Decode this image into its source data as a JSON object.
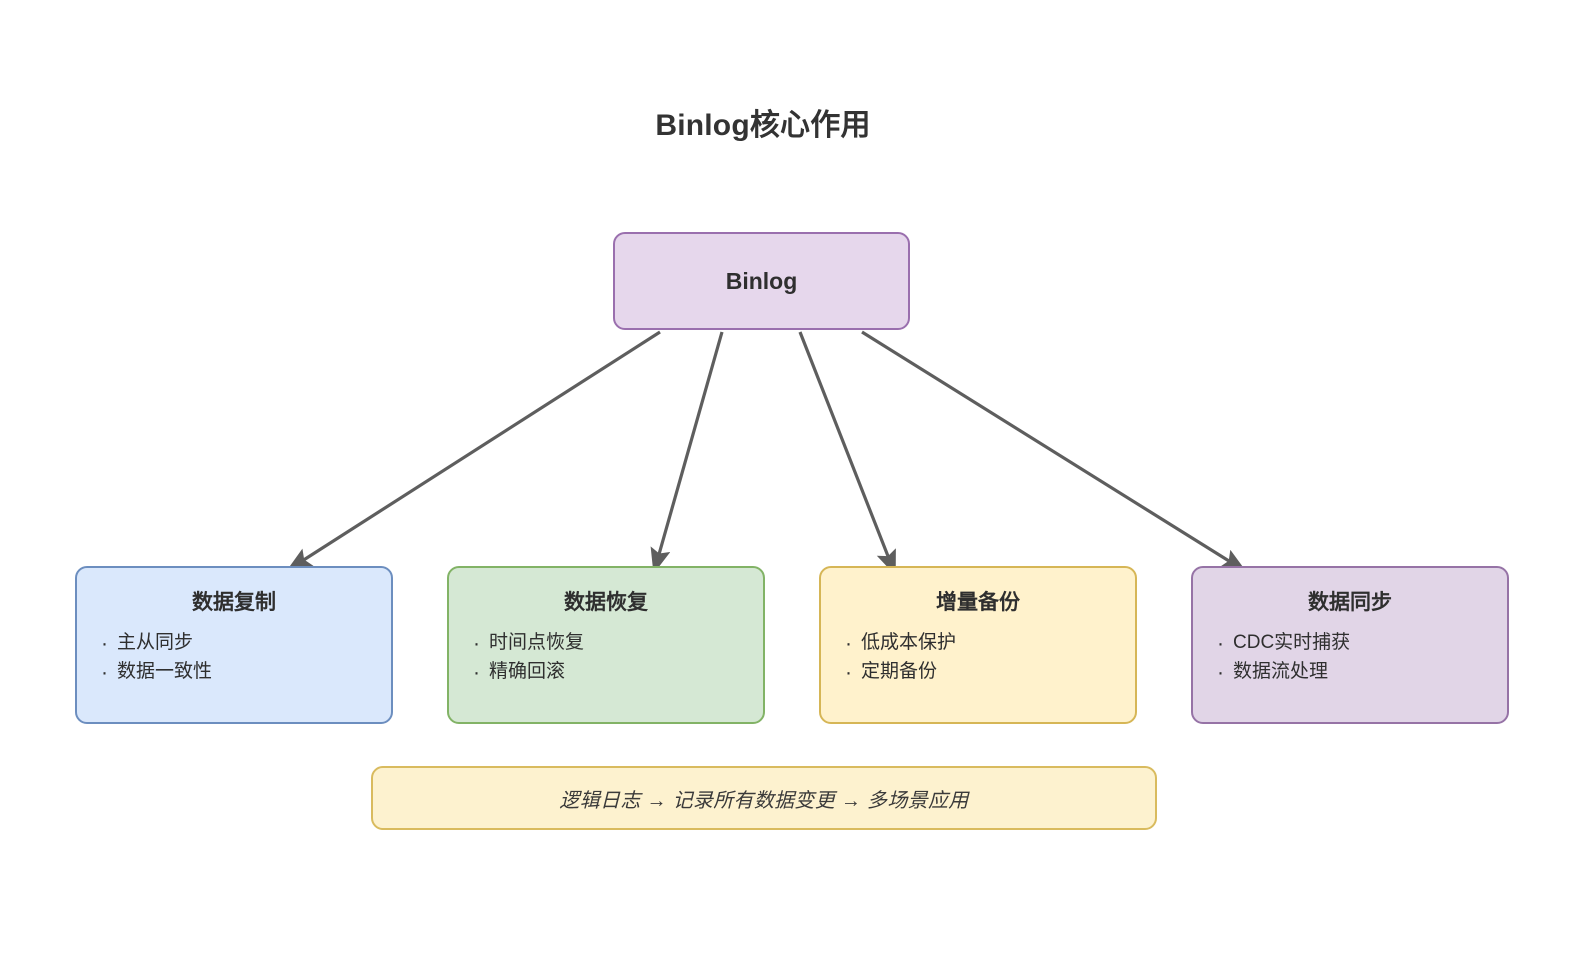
{
  "diagram": {
    "title": "Binlog核心作用",
    "root": {
      "label": "Binlog",
      "fill": "#e6d7ec",
      "stroke": "#9a6fae"
    },
    "branches": [
      {
        "title": "数据复制",
        "items": [
          "主从同步",
          "数据一致性"
        ],
        "fill": "#dae8fc",
        "stroke": "#6c8ebf"
      },
      {
        "title": "数据恢复",
        "items": [
          "时间点恢复",
          "精确回滚"
        ],
        "fill": "#d5e8d4",
        "stroke": "#82b366"
      },
      {
        "title": "增量备份",
        "items": [
          "低成本保护",
          "定期备份"
        ],
        "fill": "#fff2cc",
        "stroke": "#d6b656"
      },
      {
        "title": "数据同步",
        "items": [
          "CDC实时捕获",
          "数据流处理"
        ],
        "fill": "#e1d5e7",
        "stroke": "#9673a6"
      }
    ],
    "footer": {
      "label": "逻辑日志 → 记录所有数据变更 → 多场景应用",
      "fill": "#fdf2cf",
      "stroke": "#d9bb5e"
    },
    "edge_color": "#5e5e5e",
    "background": "#ffffff"
  }
}
